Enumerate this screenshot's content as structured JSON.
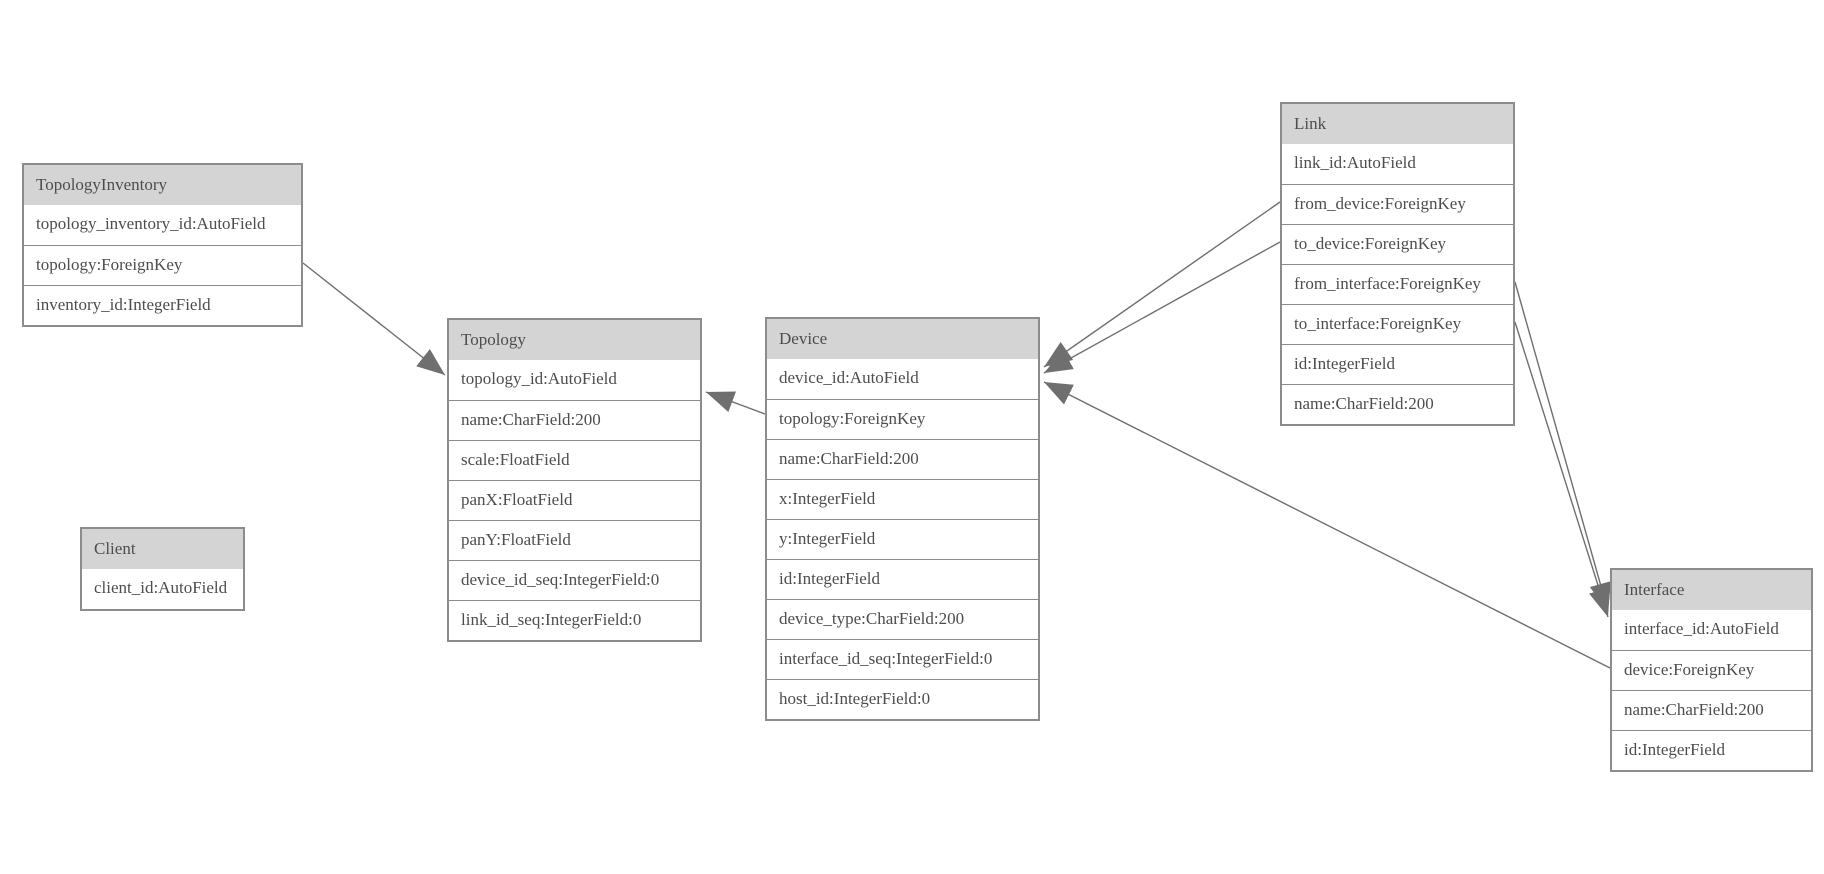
{
  "diagram_type": "entity-relationship model diagram",
  "colors": {
    "background": "#ffffff",
    "header_fill": "#d4d4d4",
    "table_border": "#8c8c8c",
    "text": "#4d4d4d",
    "relation_line": "#6f6f6f",
    "arrowhead_fill": "#6f6f6f"
  },
  "entities": [
    {
      "name": "TopologyInventory",
      "fields": [
        "topology_inventory_id:AutoField",
        "topology:ForeignKey",
        "inventory_id:IntegerField"
      ]
    },
    {
      "name": "Topology",
      "fields": [
        "topology_id:AutoField",
        "name:CharField:200",
        "scale:FloatField",
        "panX:FloatField",
        "panY:FloatField",
        "device_id_seq:IntegerField:0",
        "link_id_seq:IntegerField:0"
      ]
    },
    {
      "name": "Client",
      "fields": [
        "client_id:AutoField"
      ]
    },
    {
      "name": "Device",
      "fields": [
        "device_id:AutoField",
        "topology:ForeignKey",
        "name:CharField:200",
        "x:IntegerField",
        "y:IntegerField",
        "id:IntegerField",
        "device_type:CharField:200",
        "interface_id_seq:IntegerField:0",
        "host_id:IntegerField:0"
      ]
    },
    {
      "name": "Link",
      "fields": [
        "link_id:AutoField",
        "from_device:ForeignKey",
        "to_device:ForeignKey",
        "from_interface:ForeignKey",
        "to_interface:ForeignKey",
        "id:IntegerField",
        "name:CharField:200"
      ]
    },
    {
      "name": "Interface",
      "fields": [
        "interface_id:AutoField",
        "device:ForeignKey",
        "name:CharField:200",
        "id:IntegerField"
      ]
    }
  ],
  "relations": [
    {
      "from": "TopologyInventory.topology",
      "to": "Topology"
    },
    {
      "from": "Device.topology",
      "to": "Topology"
    },
    {
      "from": "Link.from_device",
      "to": "Device"
    },
    {
      "from": "Link.to_device",
      "to": "Device"
    },
    {
      "from": "Link.from_interface",
      "to": "Interface"
    },
    {
      "from": "Link.to_interface",
      "to": "Interface"
    },
    {
      "from": "Interface.device",
      "to": "Device"
    }
  ]
}
